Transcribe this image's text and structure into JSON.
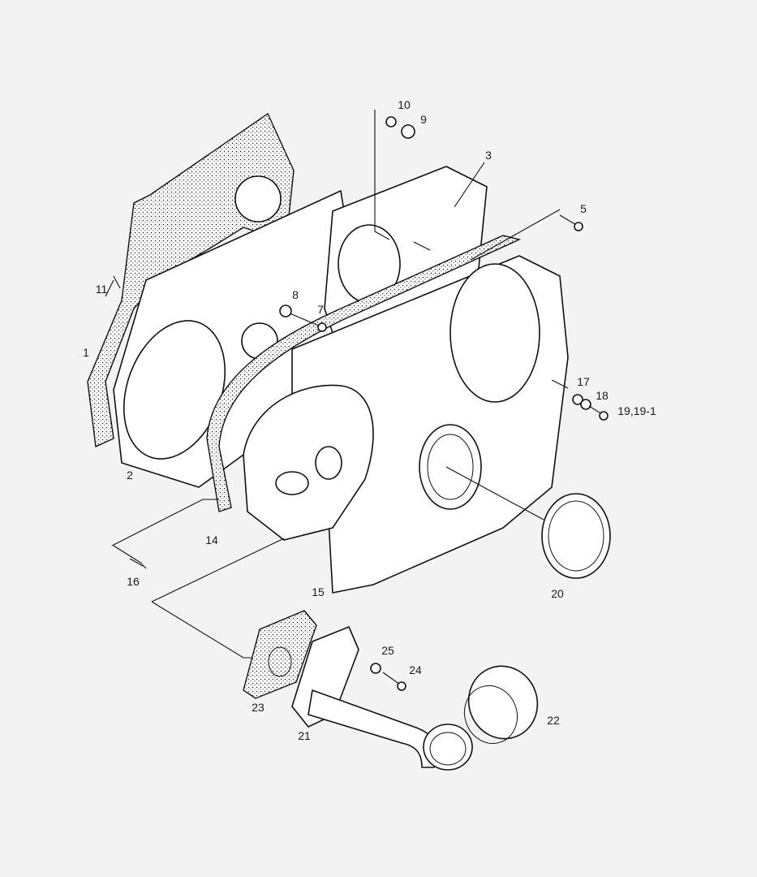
{
  "callouts": [
    {
      "id": "10",
      "text": "10"
    },
    {
      "id": "9",
      "text": "9"
    },
    {
      "id": "3",
      "text": "3"
    },
    {
      "id": "5",
      "text": "5"
    },
    {
      "id": "11",
      "text": "11"
    },
    {
      "id": "8",
      "text": "8"
    },
    {
      "id": "7",
      "text": "7"
    },
    {
      "id": "1",
      "text": "1"
    },
    {
      "id": "17",
      "text": "17"
    },
    {
      "id": "18",
      "text": "18"
    },
    {
      "id": "19",
      "text": "19,19-1"
    },
    {
      "id": "2",
      "text": "2"
    },
    {
      "id": "14",
      "text": "14"
    },
    {
      "id": "16",
      "text": "16"
    },
    {
      "id": "15",
      "text": "15"
    },
    {
      "id": "20",
      "text": "20"
    },
    {
      "id": "25",
      "text": "25"
    },
    {
      "id": "24",
      "text": "24"
    },
    {
      "id": "23",
      "text": "23"
    },
    {
      "id": "22",
      "text": "22"
    },
    {
      "id": "21",
      "text": "21"
    }
  ]
}
